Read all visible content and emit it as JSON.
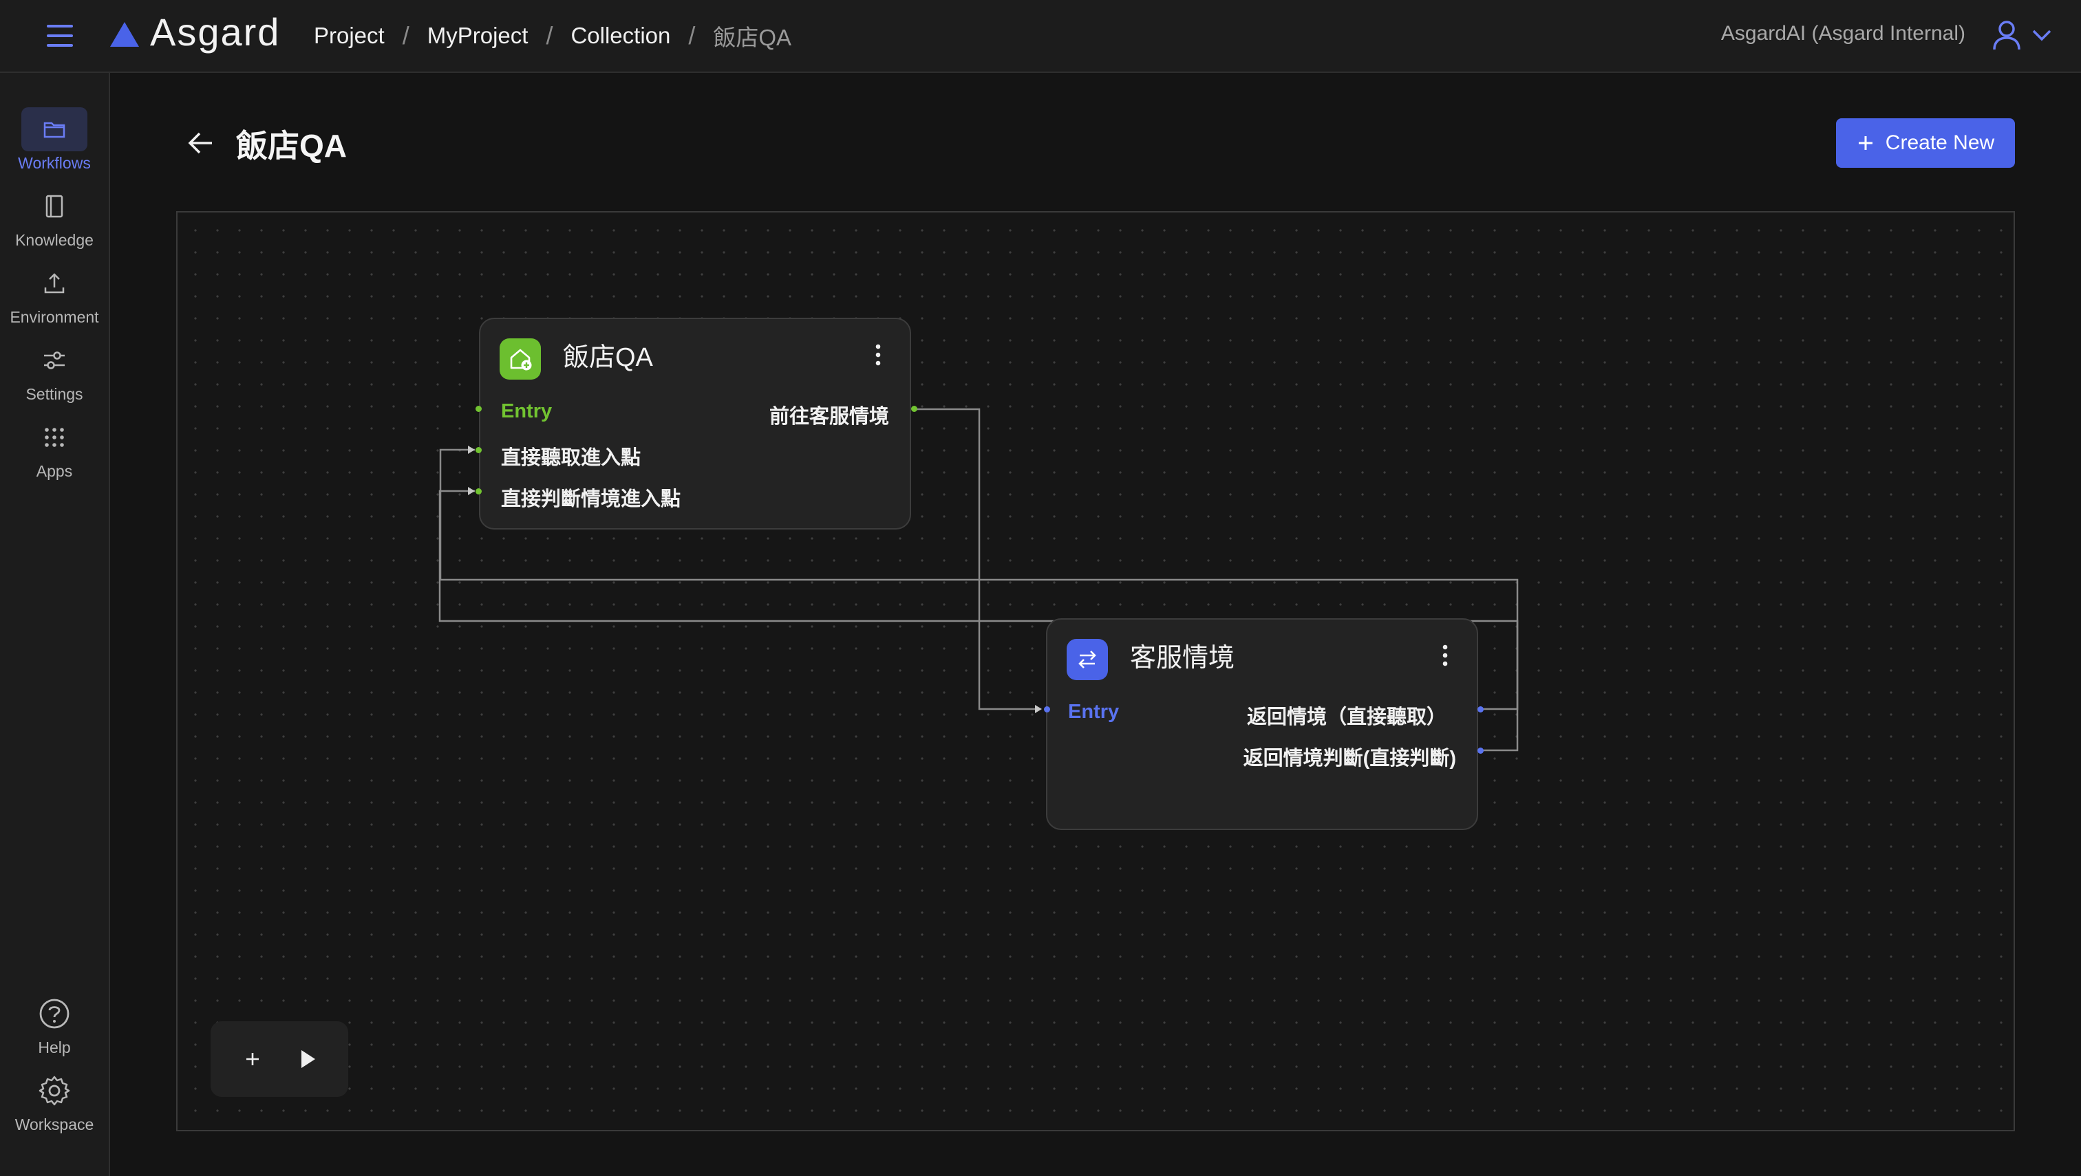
{
  "app": {
    "name": "Asgard"
  },
  "breadcrumb": [
    "Project",
    "MyProject",
    "Collection",
    "飯店QA"
  ],
  "header": {
    "org": "AsgardAI (Asgard Internal)"
  },
  "sidebar": {
    "top_items": [
      {
        "label": "Workflows",
        "icon": "folder-icon",
        "active": true
      },
      {
        "label": "Knowledge",
        "icon": "book-icon"
      },
      {
        "label": "Environment",
        "icon": "upload-icon"
      },
      {
        "label": "Settings",
        "icon": "sliders-icon"
      },
      {
        "label": "Apps",
        "icon": "grid-icon"
      }
    ],
    "bottom_items": [
      {
        "label": "Help",
        "icon": "help-circle-icon"
      },
      {
        "label": "Workspace",
        "icon": "gear-icon"
      }
    ]
  },
  "page": {
    "title": "飯店QA",
    "create_label": "Create New"
  },
  "nodes": [
    {
      "title": "飯店QA",
      "icon": "home-plus-icon",
      "color": "#6cbf2f",
      "entry": "Entry",
      "inputs": [
        "直接聽取進入點",
        "直接判斷情境進入點"
      ],
      "outputs": [
        "前往客服情境"
      ]
    },
    {
      "title": "客服情境",
      "icon": "swap-arrows-icon",
      "color": "#4a63e8",
      "entry": "Entry",
      "outputs": [
        "返回情境（直接聽取）",
        "返回情境判斷(直接判斷)"
      ]
    }
  ],
  "toolbar": {
    "add_icon": "plus-icon",
    "run_icon": "play-icon"
  },
  "colors": {
    "accent": "#4a63e8",
    "entry_green": "#72c431",
    "entry_blue": "#5a73f0"
  }
}
